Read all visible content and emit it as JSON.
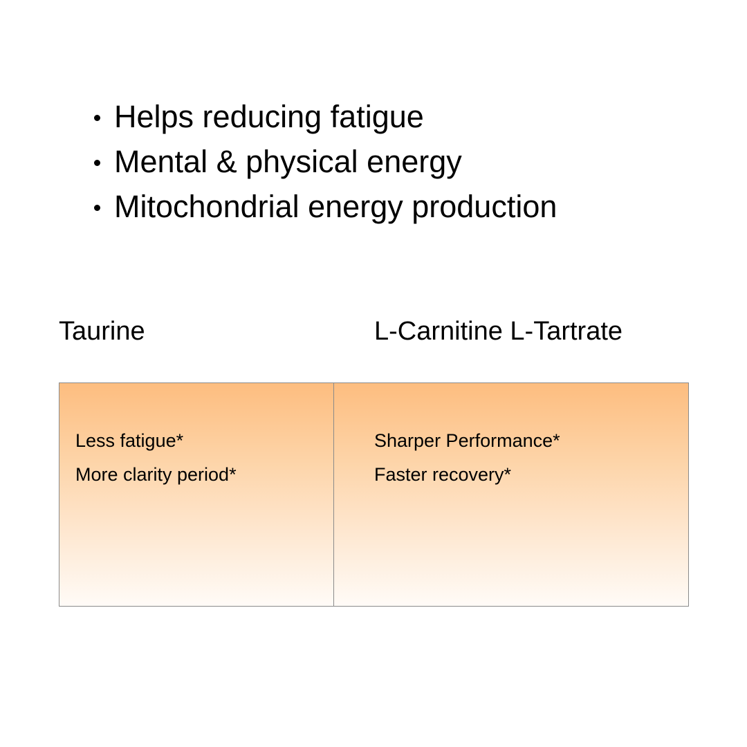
{
  "bullets": [
    "Helps reducing fatigue",
    "Mental & physical energy",
    "Mitochondrial energy production"
  ],
  "columns": [
    {
      "title": "Taurine",
      "benefits": [
        "Less fatigue*",
        "More clarity period*"
      ]
    },
    {
      "title": "L-Carnitine L-Tartrate",
      "benefits": [
        "Sharper Performance*",
        "Faster recovery*"
      ]
    }
  ],
  "colors": {
    "gradient_top": "#fdbd7f",
    "gradient_bottom": "#fffbf7",
    "border": "#8a8a8a"
  }
}
